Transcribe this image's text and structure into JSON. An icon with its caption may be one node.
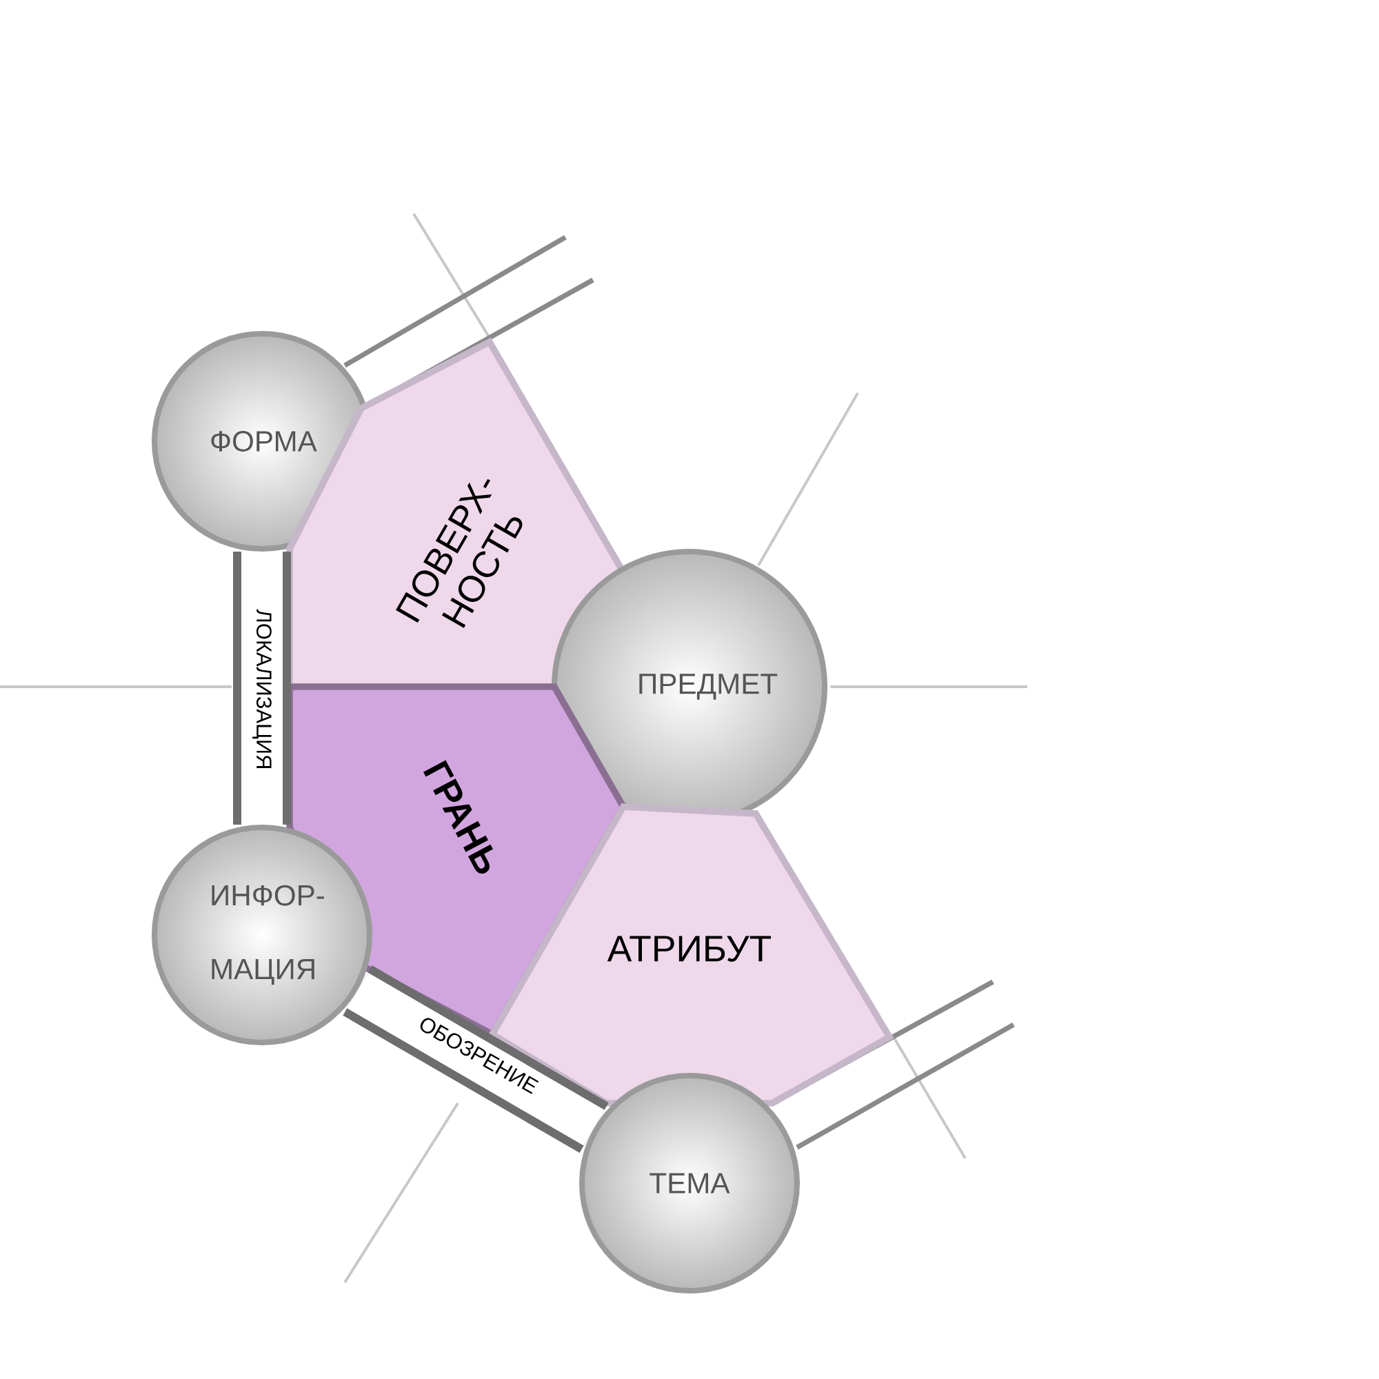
{
  "diagram": {
    "nodes": [
      {
        "text": [
          "ФОРМА"
        ]
      },
      {
        "text": [
          "ПОВЕРХ- НОСТЬ"
        ]
      },
      {
        "text": [
          "ПРЕДМЕТ"
        ]
      },
      {
        "text": [
          "ГРАНЬ"
        ]
      },
      {
        "text": [
          "ИНФОР- МАЦИЯ"
        ]
      },
      {
        "text": [
          "АТРИБУТ"
        ]
      },
      {
        "text": [
          "ТЕМА"
        ]
      }
    ],
    "edges": [
      {
        "from": 0,
        "to": 4,
        "arrow": "none",
        "label": "ЛОКАЛИЗАЦИЯ"
      },
      {
        "from": 4,
        "to": 6,
        "arrow": "none",
        "label": "ОБОЗРЕНИЕ"
      }
    ]
  }
}
